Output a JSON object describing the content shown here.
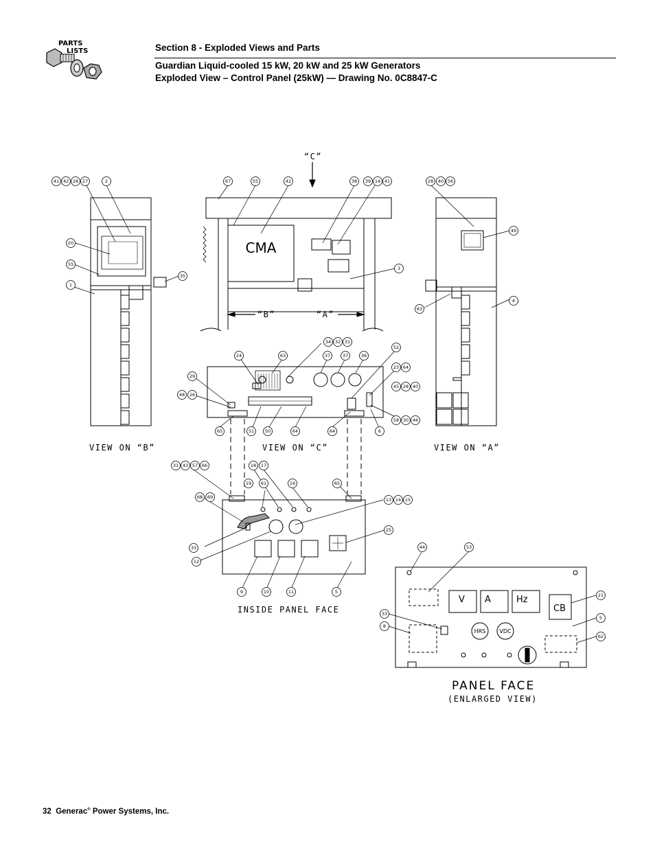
{
  "header": {
    "logo_text_1": "PARTS",
    "logo_text_2": "LISTS",
    "section": "Section 8 - Exploded Views and Parts",
    "title_line1": "Guardian Liquid-cooled 15 kW, 20 kW and 25 kW Generators",
    "title_line2": "Exploded View – Control Panel (25kW) — Drawing No. 0C8847-C"
  },
  "drawing": {
    "view_labels": {
      "c_arrow": "“C”",
      "b_arrow": "“B”",
      "a_arrow": "“A”",
      "view_b": "VIEW ON “B”",
      "view_c": "VIEW ON “C”",
      "view_a": "VIEW ON “A”",
      "inside_face": "INSIDE PANEL FACE",
      "panel_face": "PANEL FACE",
      "enlarged": "(ENLARGED VIEW)"
    },
    "component_text": {
      "cma": "CMA",
      "meter_v": "V",
      "meter_a": "A",
      "meter_hz": "Hz",
      "breaker": "CB",
      "hrs": "HRS",
      "vdc": "VDC"
    }
  },
  "footer": {
    "page_number": "32",
    "company": "Generac",
    "reg": "®",
    "company_rest": "Power Systems, Inc."
  }
}
